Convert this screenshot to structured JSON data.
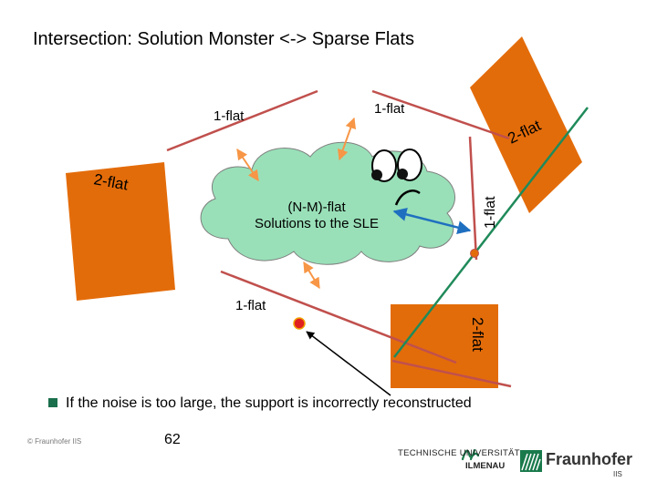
{
  "slide": {
    "title": "Intersection: Solution Monster <-> Sparse Flats",
    "bullet": "If the noise is too large, the support is incorrectly reconstructed",
    "footer": "© Fraunhofer IIS",
    "page_number": "62"
  },
  "diagram": {
    "cloud_line1": "(N-M)-flat",
    "cloud_line2": "Solutions to the SLE",
    "one_flat_top_left": "1-flat",
    "one_flat_top_right": "1-flat",
    "one_flat_right_vertical": "1-flat",
    "one_flat_bottom": "1-flat",
    "two_flat_top_right": "2-flat",
    "two_flat_left": "2-flat",
    "two_flat_bottom": "2-flat"
  },
  "logos": {
    "tu_line1": "TECHNISCHE UNIVERSITÄT",
    "tu_line2": "ILMENAU",
    "fraunhofer": "Fraunhofer",
    "fraunhofer_sub": "IIS"
  },
  "colors": {
    "flat_fill": "#e36c0a",
    "line_color": "#c0504d",
    "cloud_fill": "#99e0b8",
    "cloud_stroke": "#7f7f7f",
    "arrow_orange": "#f79646",
    "arrow_blue": "#1f6fc0",
    "green_line": "#1f8a5a",
    "bullet_color": "#1a6f4c"
  }
}
